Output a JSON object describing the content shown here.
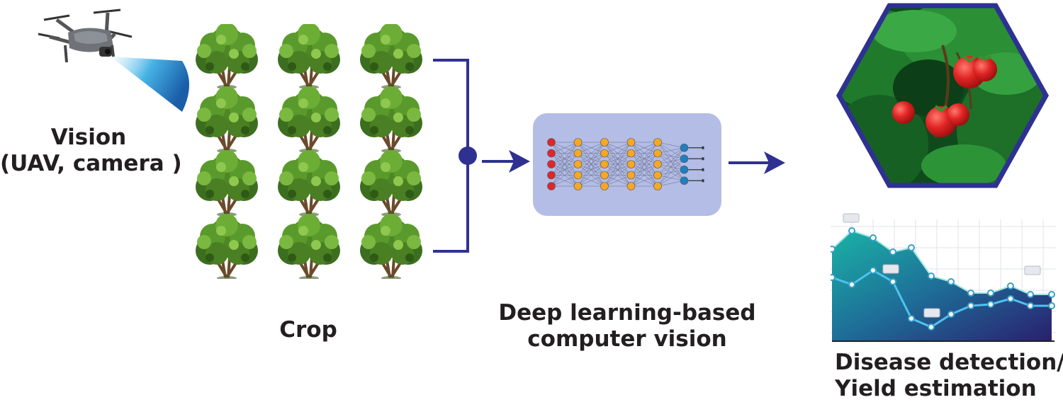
{
  "labels": {
    "vision_line1": "Vision",
    "vision_line2": "(UAV, camera )",
    "crop": "Crop",
    "dl_line1": "Deep learning-based",
    "dl_line2": "computer vision",
    "out_line1": "Disease detection/",
    "out_line2": "Yield estimation"
  },
  "icons": {
    "drone": "drone-icon",
    "camera_beam": "camera-beam-icon",
    "tree": "tree-icon",
    "neural_network": "neural-network-icon",
    "tomato_plant": "tomato-plant-icon",
    "yield_chart": "yield-chart-icon"
  },
  "colors": {
    "flow": "#2e3192",
    "nn_panel": "#b3bde6",
    "nn_input": "#e0262b",
    "nn_hidden": "#f7a823",
    "nn_output": "#1f7fc1",
    "hexagon_border": "#2e3192"
  },
  "crop_grid": {
    "rows": 4,
    "cols": 3
  },
  "neural_network": {
    "layers": [
      5,
      5,
      5,
      5,
      5,
      4
    ]
  }
}
